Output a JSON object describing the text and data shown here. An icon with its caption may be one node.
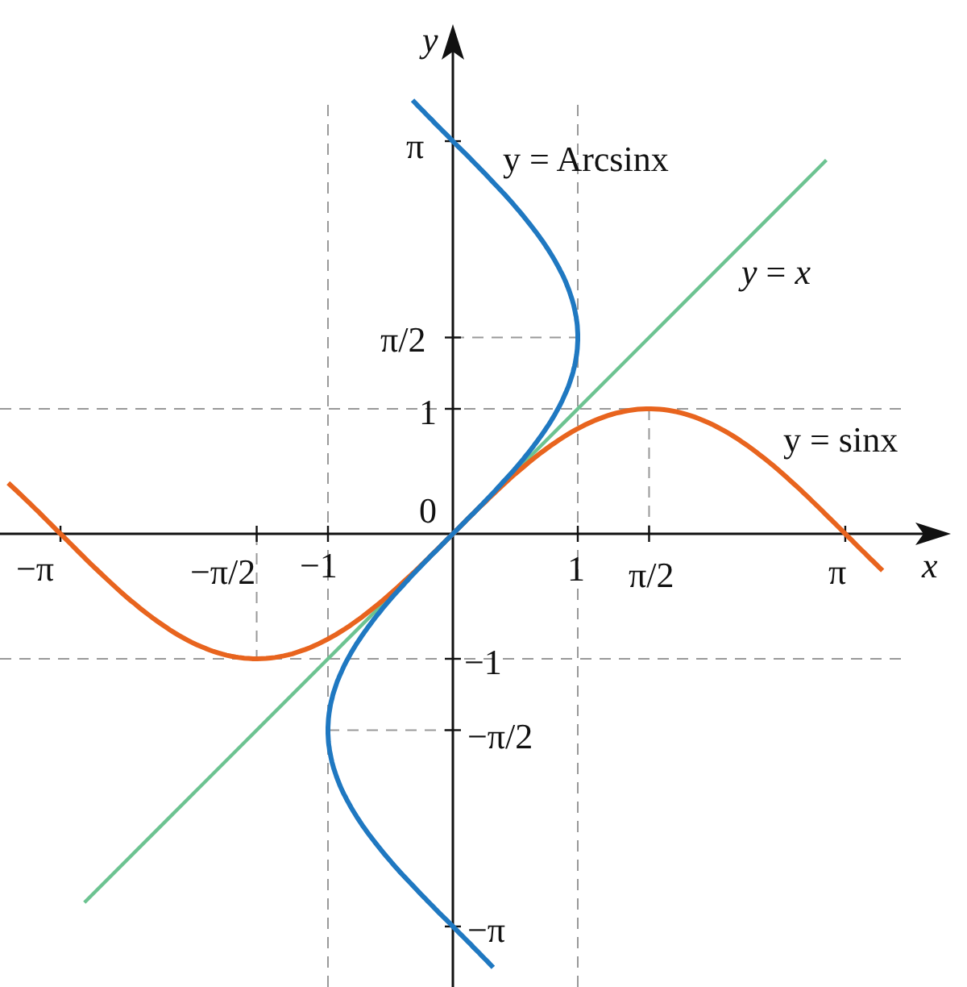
{
  "diagram": {
    "labels": [
      "*y*",
      "π",
      "y = Arcsinx",
      "*y* = *x*",
      "π/2",
      "1",
      "y = sinx",
      "−π/2",
      "−1",
      "0",
      "−π",
      "1",
      "π/2",
      "π",
      "*x*",
      "−1",
      "−π/2",
      "−π"
    ]
  }
}
